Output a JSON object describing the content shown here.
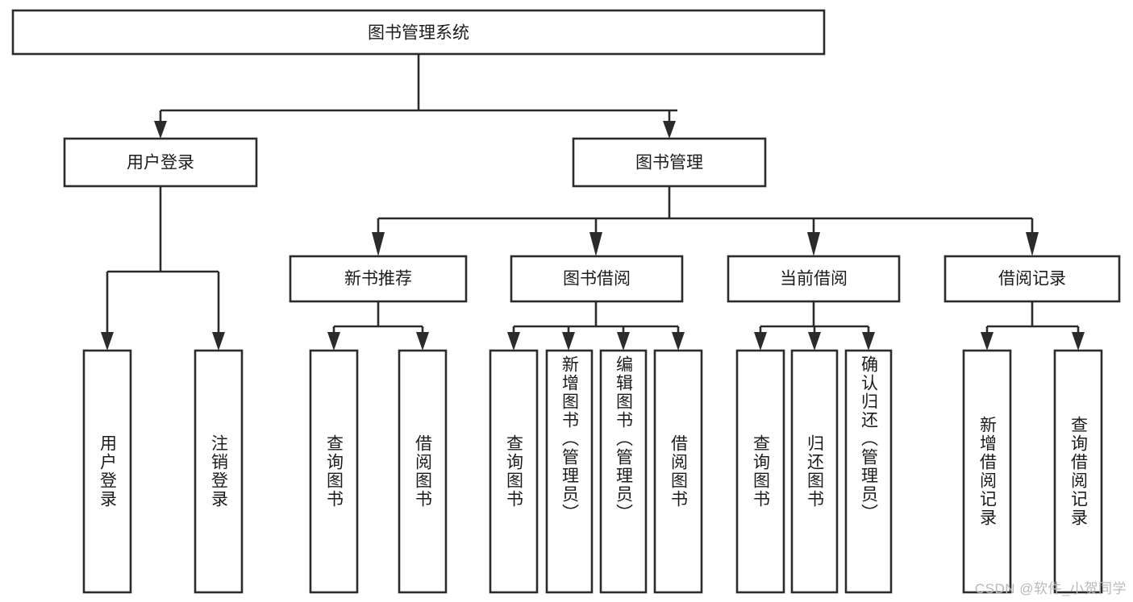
{
  "diagram": {
    "title": "图书管理系统",
    "watermark": "CSDN @软件_小贺同学",
    "root": {
      "label": "图书管理系统"
    },
    "level1": [
      {
        "label": "用户登录"
      },
      {
        "label": "图书管理"
      }
    ],
    "level2": [
      {
        "label": "新书推荐"
      },
      {
        "label": "图书借阅"
      },
      {
        "label": "当前借阅"
      },
      {
        "label": "借阅记录"
      }
    ],
    "leaves": {
      "user_login": [
        {
          "label": "用户登录"
        },
        {
          "label": "注销登录"
        }
      ],
      "new_book_recommend": [
        {
          "label": "查询图书"
        },
        {
          "label": "借阅图书"
        }
      ],
      "book_borrow": [
        {
          "label": "查询图书"
        },
        {
          "label": "新增图书（管理员）"
        },
        {
          "label": "编辑图书（管理员）"
        },
        {
          "label": "借阅图书"
        }
      ],
      "current_borrow": [
        {
          "label": "查询图书"
        },
        {
          "label": "归还图书"
        },
        {
          "label": "确认归还（管理员）"
        }
      ],
      "borrow_record": [
        {
          "label": "新增借阅记录"
        },
        {
          "label": "查询借阅记录"
        }
      ]
    },
    "colors": {
      "stroke": "#2b2b2b",
      "fill": "#ffffff",
      "text": "#1c1c1c",
      "watermark": "#b9b9b9"
    }
  }
}
